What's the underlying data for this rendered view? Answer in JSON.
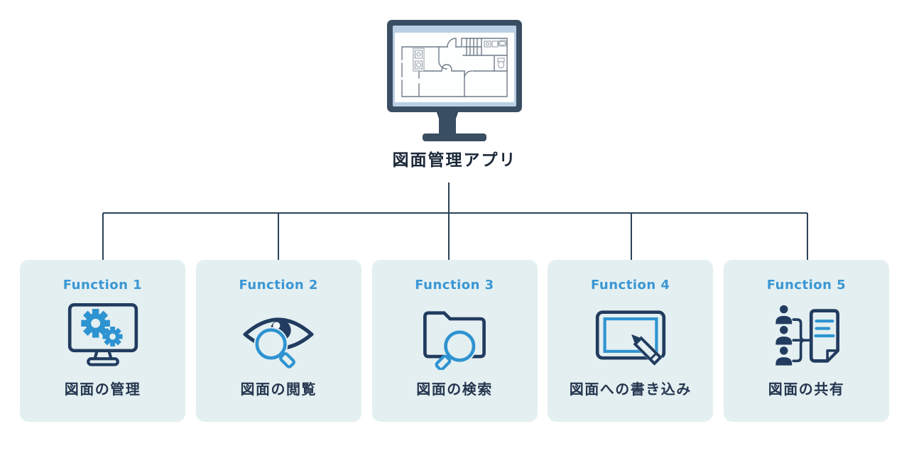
{
  "app": {
    "title": "図面管理アプリ",
    "illustration": "monitor-showing-floorplan"
  },
  "functions": [
    {
      "tag": "Function 1",
      "label": "図面の管理",
      "icon": "monitor-gears-icon"
    },
    {
      "tag": "Function 2",
      "label": "図面の閲覧",
      "icon": "eye-magnifier-icon"
    },
    {
      "tag": "Function 3",
      "label": "図面の検索",
      "icon": "folder-search-icon"
    },
    {
      "tag": "Function 4",
      "label": "図面への書き込み",
      "icon": "tablet-pen-icon"
    },
    {
      "tag": "Function 5",
      "label": "図面の共有",
      "icon": "people-document-share-icon"
    }
  ],
  "colors": {
    "card_bg": "#e4eff1",
    "fn_blue": "#3a97d4",
    "label_navy": "#25364f",
    "icon_navy": "#223c60",
    "icon_blue": "#2e93d1",
    "connector": "#2c4257",
    "monitor_frame": "#3a4e62",
    "monitor_screen": "#b9cfe3",
    "plan_line": "#6f7b89",
    "title_color": "#1b2838"
  }
}
